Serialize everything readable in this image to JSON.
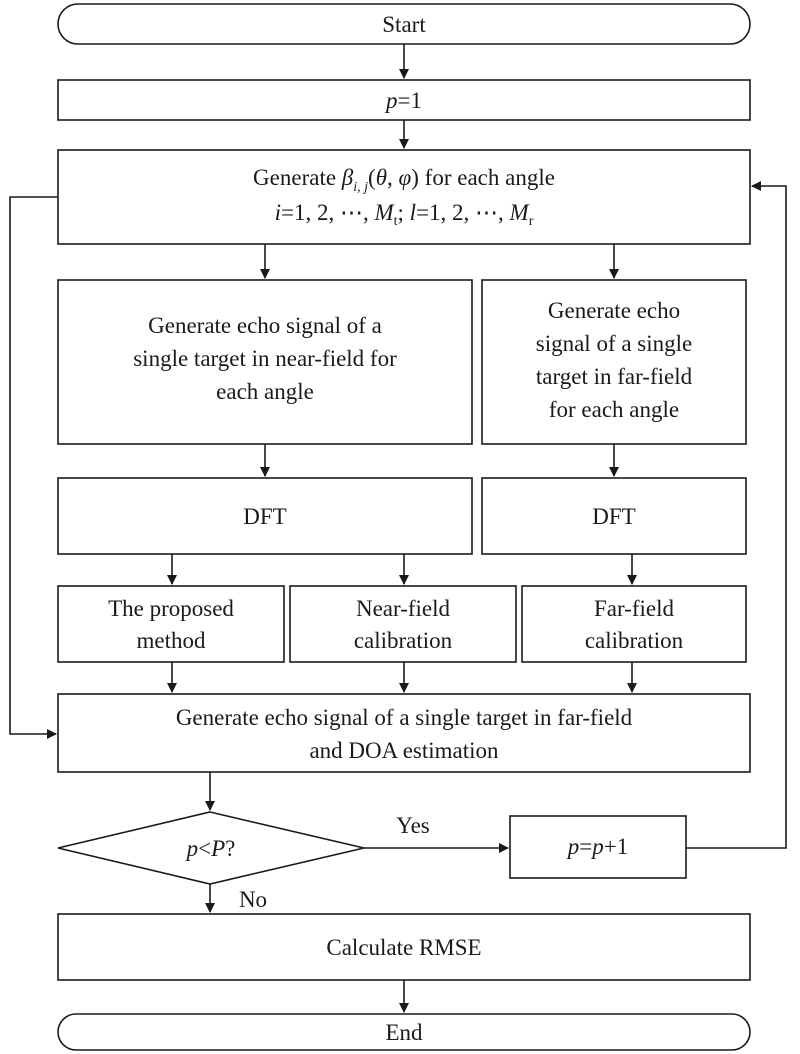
{
  "nodes": {
    "start": "Start",
    "init": {
      "var": "p",
      "rest": "=1"
    },
    "generate_beta": {
      "word": "Generate",
      "beta": "β",
      "beta_sub": "i, j",
      "paren_open": "(",
      "theta": "θ",
      "comma": ", ",
      "phi": "φ",
      "tail": ") for each angle",
      "line2_i": "i",
      "line2_a": "=1, 2, ⋯, ",
      "line2_Mt": "M",
      "line2_Mt_sub": "t",
      "line2_sep": "; ",
      "line2_l": "l",
      "line2_b": "=1, 2, ⋯, ",
      "line2_Mr": "M",
      "line2_Mr_sub": "r"
    },
    "near_echo": [
      "Generate echo signal of a",
      "single target in near-field for",
      "each angle"
    ],
    "far_echo": [
      "Generate echo",
      "signal of a single",
      "target in far-field",
      "for each angle"
    ],
    "dft_left": "DFT",
    "dft_right": "DFT",
    "proposed": [
      "The proposed",
      "method"
    ],
    "near_cal": [
      "Near-field",
      "calibration"
    ],
    "far_cal": [
      "Far-field",
      "calibration"
    ],
    "doa": [
      "Generate echo signal of a single target in far-field",
      "and DOA estimation"
    ],
    "decision": {
      "p": "p",
      "lt": "<",
      "P": "P",
      "q": "?"
    },
    "increment": {
      "p1": "p",
      "eq": "=",
      "p2": "p",
      "plus": "+1"
    },
    "rmse": "Calculate RMSE",
    "end": "End"
  },
  "edges": {
    "yes_label": "Yes",
    "no_label": "No"
  }
}
